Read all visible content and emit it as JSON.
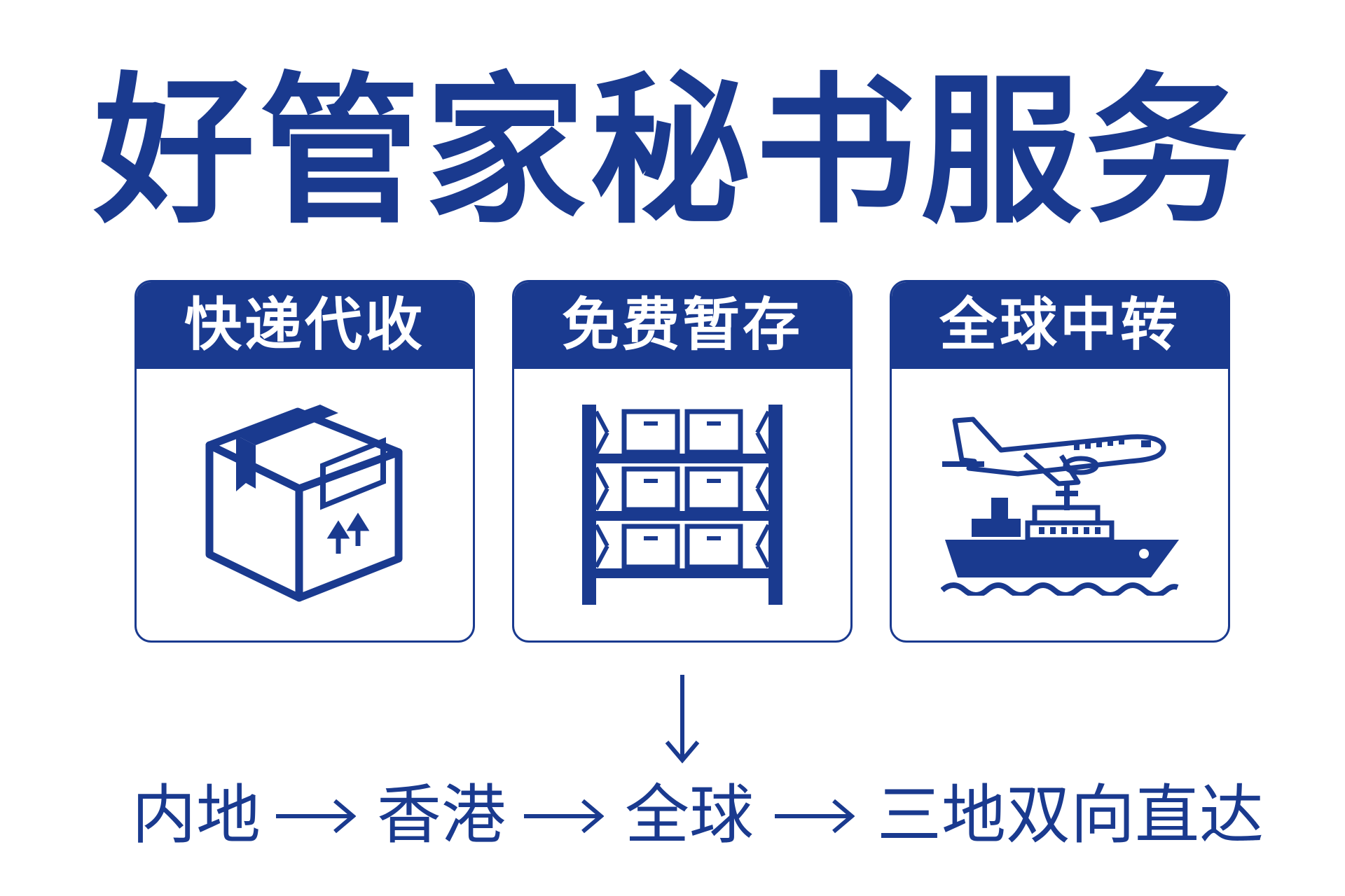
{
  "title": "好管家秘书服务",
  "cards": [
    {
      "label": "快递代收",
      "icon": "package-box-icon"
    },
    {
      "label": "免费暂存",
      "icon": "storage-shelf-icon"
    },
    {
      "label": "全球中转",
      "icon": "airplane-ship-icon"
    }
  ],
  "flow": {
    "steps": [
      "内地",
      "香港",
      "全球",
      "三地双向直达"
    ]
  },
  "colors": {
    "primary": "#1a3a8f",
    "background": "#ffffff"
  }
}
